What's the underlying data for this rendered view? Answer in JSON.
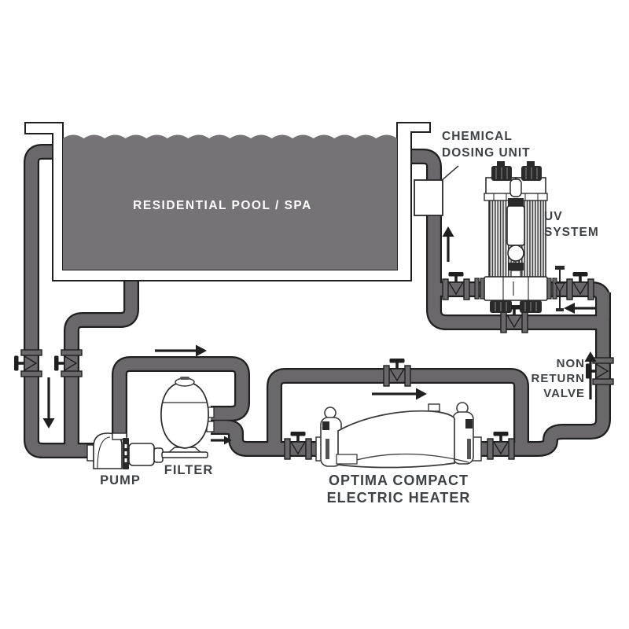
{
  "diagram_title": "Residential pool / spa water circulation diagram",
  "colors": {
    "pipe_fill": "#6a686b",
    "pipe_outline": "#1f1f1f",
    "pool_water": "#757375",
    "label_text": "#3e4144",
    "pool_label_text": "#ffffff",
    "background": "#ffffff"
  },
  "labels": {
    "pool": "RESIDENTIAL POOL / SPA",
    "chemical_line1": "CHEMICAL",
    "chemical_line2": "DOSING UNIT",
    "uv_line1": "UV",
    "uv_line2": "SYSTEM",
    "nonreturn_line1": "NON",
    "nonreturn_line2": "RETURN",
    "nonreturn_line3": "VALVE",
    "pump": "PUMP",
    "filter": "FILTER",
    "heater_line1": "OPTIMA COMPACT",
    "heater_line2": "ELECTRIC HEATER"
  },
  "equipment": [
    "RESIDENTIAL POOL / SPA",
    "CHEMICAL DOSING UNIT",
    "UV SYSTEM",
    "NON RETURN VALVE",
    "PUMP",
    "FILTER",
    "OPTIMA COMPACT ELECTRIC HEATER"
  ],
  "flow_arrows": [
    {
      "location": "suction-drop-left",
      "direction": "down"
    },
    {
      "location": "pump-to-filter",
      "direction": "right"
    },
    {
      "location": "filter-outlet",
      "direction": "right"
    },
    {
      "location": "heater-bypass",
      "direction": "right"
    },
    {
      "location": "return-riser",
      "direction": "up"
    },
    {
      "location": "uv-inlet",
      "direction": "left"
    },
    {
      "location": "chemical-riser",
      "direction": "up"
    }
  ],
  "valve_count": 9
}
